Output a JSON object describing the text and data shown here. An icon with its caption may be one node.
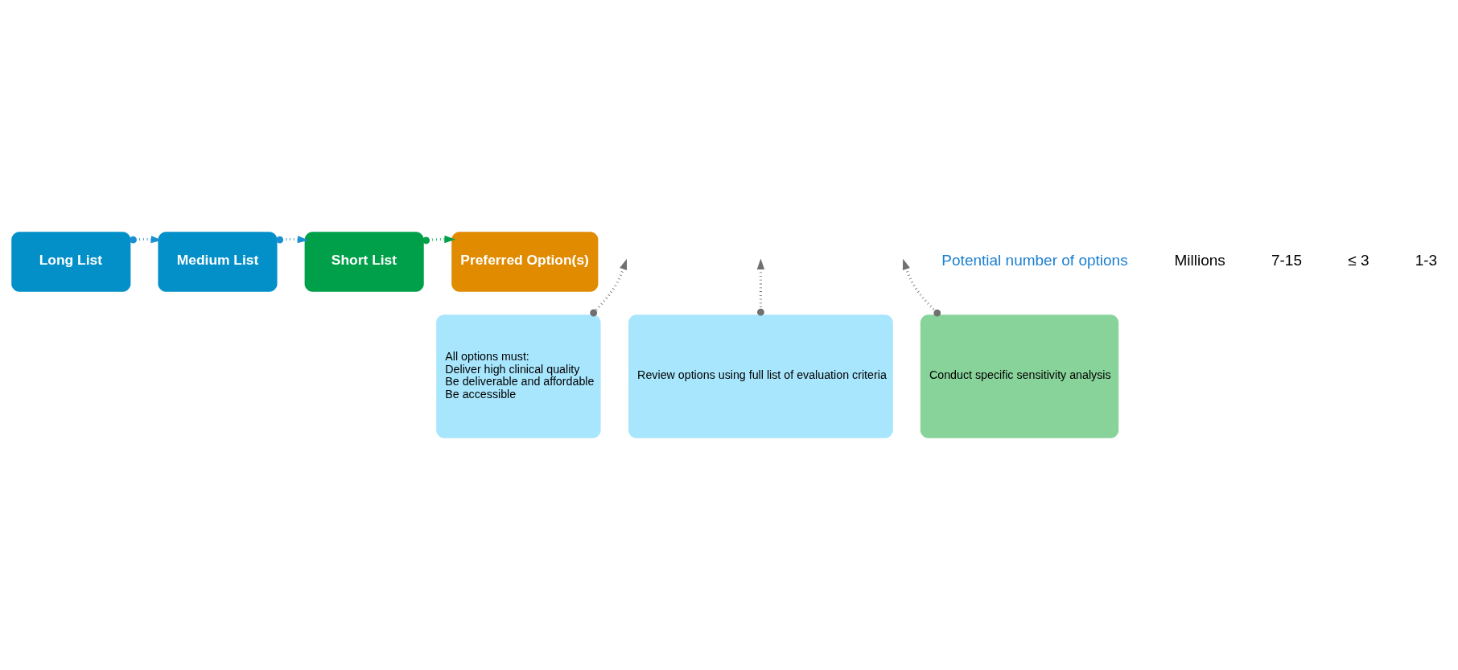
{
  "diagram": {
    "nodes": [
      {
        "text": [
          "Long List"
        ]
      },
      {
        "text": [
          "Medium List"
        ]
      },
      {
        "text": [
          "Short List"
        ]
      },
      {
        "text": [
          "Preferred Option(s)"
        ]
      },
      {
        "text": [
          "All options must:",
          "Deliver high clinical quality",
          "Be deliverable and affordable",
          "Be accessible"
        ]
      },
      {
        "text": [
          "Review options using full list of evaluation criteria"
        ]
      },
      {
        "text": [
          "Conduct specific sensitivity analysis"
        ]
      }
    ],
    "edges": [
      {
        "from": 0,
        "to": 1,
        "arrow": "to",
        "color": "#1a90d0"
      },
      {
        "from": 1,
        "to": 2,
        "arrow": "to",
        "color": "#1a90d0"
      },
      {
        "from": 2,
        "to": 3,
        "arrow": "to",
        "color": "#00a04a"
      },
      {
        "from": 4,
        "to": null,
        "arrow": "to"
      },
      {
        "from": 5,
        "to": null,
        "arrow": "to"
      },
      {
        "from": 6,
        "to": null,
        "arrow": "to"
      }
    ],
    "labels": [
      "Potential number of options",
      "Millions",
      "7-15",
      "≤ 3",
      "1-3"
    ]
  }
}
